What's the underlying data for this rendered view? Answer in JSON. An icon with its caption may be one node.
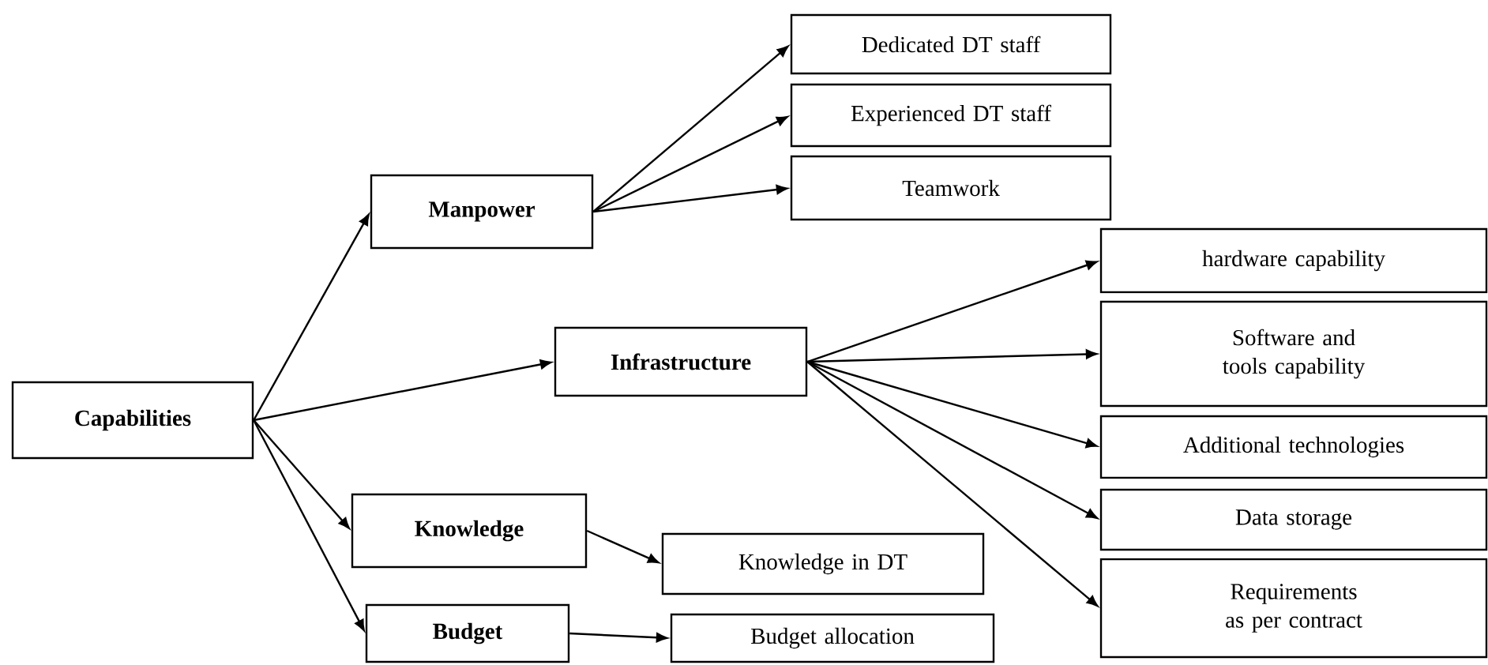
{
  "diagram": {
    "nodes": [
      {
        "text": [
          "Capabilities"
        ]
      },
      {
        "text": [
          "Manpower"
        ]
      },
      {
        "text": [
          "Dedicated DT staff"
        ]
      },
      {
        "text": [
          "Experienced DT staff"
        ]
      },
      {
        "text": [
          "Teamwork"
        ]
      },
      {
        "text": [
          "Infrastructure"
        ]
      },
      {
        "text": [
          "hardware capability"
        ]
      },
      {
        "text": [
          "Software and tools capability"
        ]
      },
      {
        "text": [
          "Additional technologies"
        ]
      },
      {
        "text": [
          "Data storage"
        ]
      },
      {
        "text": [
          "Requirements as per contract"
        ]
      },
      {
        "text": [
          "Knowledge"
        ]
      },
      {
        "text": [
          "Knowledge in DT"
        ]
      },
      {
        "text": [
          "Budget"
        ]
      },
      {
        "text": [
          "Budget allocation"
        ]
      }
    ],
    "edges": [
      {
        "from": 0,
        "to": 1,
        "arrow": "to"
      },
      {
        "from": 0,
        "to": 5,
        "arrow": "to"
      },
      {
        "from": 0,
        "to": 11,
        "arrow": "to"
      },
      {
        "from": 0,
        "to": 13,
        "arrow": "to"
      },
      {
        "from": 1,
        "to": 2,
        "arrow": "to"
      },
      {
        "from": 1,
        "to": 3,
        "arrow": "to"
      },
      {
        "from": 1,
        "to": 4,
        "arrow": "to"
      },
      {
        "from": 5,
        "to": 6,
        "arrow": "to"
      },
      {
        "from": 5,
        "to": 7,
        "arrow": "to"
      },
      {
        "from": 5,
        "to": 8,
        "arrow": "to"
      },
      {
        "from": 5,
        "to": 9,
        "arrow": "to"
      },
      {
        "from": 5,
        "to": 10,
        "arrow": "to"
      },
      {
        "from": 11,
        "to": 12,
        "arrow": "to"
      },
      {
        "from": 13,
        "to": 14,
        "arrow": "to"
      }
    ]
  }
}
